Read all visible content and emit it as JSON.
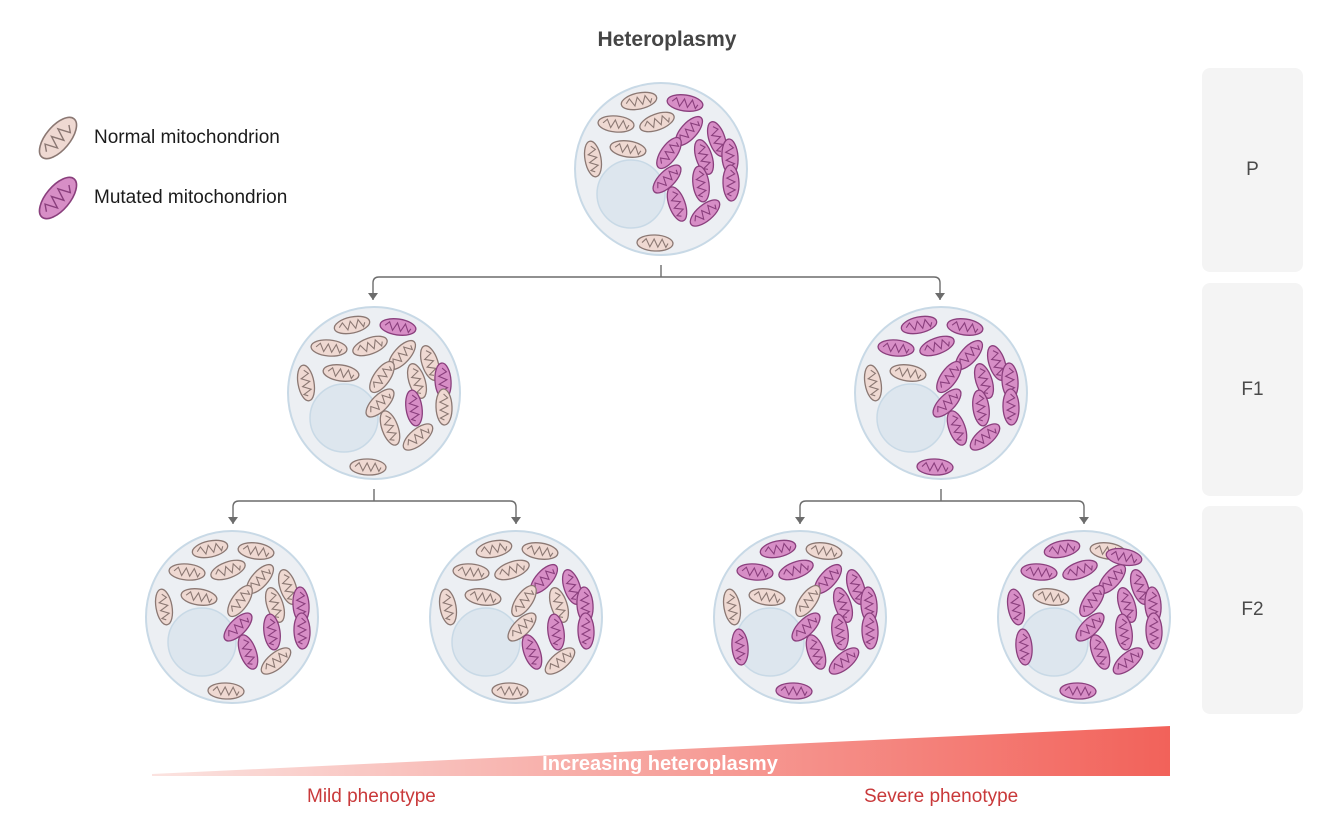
{
  "title": "Heteroplasmy",
  "legend": [
    {
      "label": "Normal mitochondrion",
      "icon": "normal-mitochondrion-icon",
      "color": "#efd9d2"
    },
    {
      "label": "Mutated mitochondrion",
      "icon": "mutated-mitochondrion-icon",
      "color": "#d78ec6"
    }
  ],
  "generations": [
    "P",
    "F1",
    "F2"
  ],
  "gradient": {
    "label": "Increasing heteroplasmy",
    "start_color": "#fbe3e0",
    "end_color": "#f2625a",
    "left_caption": "Mild phenotype",
    "right_caption": "Severe phenotype"
  },
  "colors": {
    "cell_fill": "#eceff3",
    "cell_stroke": "#c8d9e6",
    "nucleus_fill": "#dde6ee",
    "normal_fill": "#efd9d2",
    "normal_stroke": "#8b7873",
    "mutated_fill": "#d78ec6",
    "mutated_stroke": "#8a3f7d",
    "arrow": "#6c6c6c",
    "caption": "#c9393a"
  },
  "cells": [
    {
      "id": "cell-p",
      "generation": "P",
      "mutated_count": 11
    },
    {
      "id": "cell-f1-left",
      "generation": "F1",
      "mutated_count": 3
    },
    {
      "id": "cell-f1-right",
      "generation": "F1",
      "mutated_count": 15
    },
    {
      "id": "cell-f2-1",
      "generation": "F2",
      "mutated_count": 5
    },
    {
      "id": "cell-f2-2",
      "generation": "F2",
      "mutated_count": 6
    },
    {
      "id": "cell-f2-3",
      "generation": "F2",
      "mutated_count": 14
    },
    {
      "id": "cell-f2-4",
      "generation": "F2",
      "mutated_count": 17
    }
  ]
}
